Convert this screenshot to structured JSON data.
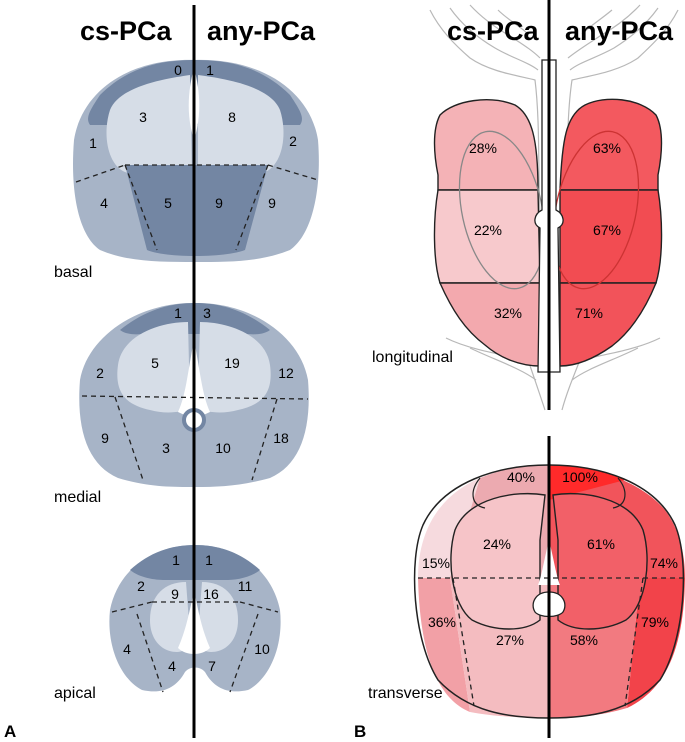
{
  "panel_a": {
    "label": "A",
    "header_left": "cs-PCa",
    "header_right": "any-PCa",
    "basal": {
      "label": "basal",
      "left": {
        "top": "0",
        "inner": "3",
        "side": "1",
        "outer_bottom": "4",
        "inner_bottom": "5"
      },
      "right": {
        "top": "1",
        "inner": "8",
        "side": "2",
        "outer_bottom": "9",
        "inner_bottom": "9"
      }
    },
    "medial": {
      "label": "medial",
      "left": {
        "top": "1",
        "inner": "5",
        "side": "2",
        "outer_bottom": "9",
        "inner_bottom": "3"
      },
      "right": {
        "top": "3",
        "inner": "19",
        "side": "12",
        "outer_bottom": "18",
        "inner_bottom": "10"
      }
    },
    "apical": {
      "label": "apical",
      "left": {
        "top": "1",
        "inner": "9",
        "side": "2",
        "outer_bottom": "4",
        "inner_bottom": "4"
      },
      "right": {
        "top": "1",
        "inner": "16",
        "side": "11",
        "outer_bottom": "10",
        "inner_bottom": "7"
      }
    }
  },
  "panel_b": {
    "label": "B",
    "header_left": "cs-PCa",
    "header_right": "any-PCa",
    "longitudinal": {
      "label": "longitudinal",
      "left": {
        "base": "28%",
        "mid": "22%",
        "apex": "32%"
      },
      "right": {
        "base": "63%",
        "mid": "67%",
        "apex": "71%"
      }
    },
    "transverse": {
      "label": "transverse",
      "left": {
        "top": "40%",
        "inner": "24%",
        "side": "15%",
        "outer_bottom": "36%",
        "inner_bottom": "27%"
      },
      "right": {
        "top": "100%",
        "inner": "61%",
        "side": "74%",
        "outer_bottom": "79%",
        "inner_bottom": "58%"
      }
    }
  },
  "colors": {
    "dark_slate": "#7386a3",
    "mid_slate": "#a7b4c7",
    "light_slate": "#d6dde7",
    "red_100": "#ff2a2a",
    "red_79": "#f2434a",
    "red_74": "#f1545b",
    "red_71": "#f2535a",
    "red_67": "#f24c52",
    "red_63": "#f3595f",
    "red_61": "#f26068",
    "red_58": "#f27a80",
    "red_40": "#ecaab0",
    "red_36": "#f2a0a6",
    "red_32": "#f3a9ae",
    "red_28": "#f4b2b6",
    "red_27": "#f4bcc0",
    "red_24": "#f6c4c8",
    "red_22": "#f7c9cc",
    "red_15": "#f6dade"
  }
}
